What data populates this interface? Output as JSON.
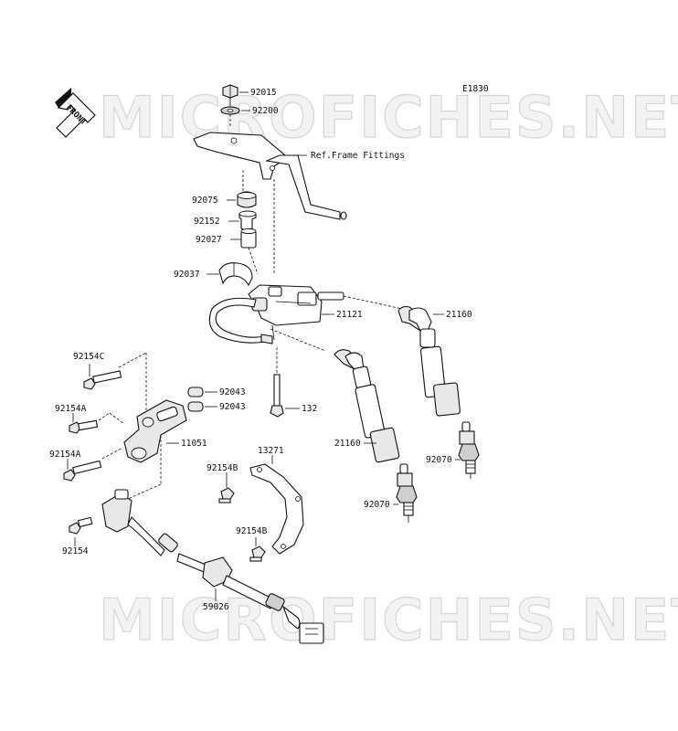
{
  "diagram_code": "E1830",
  "front_label": "FRONT",
  "watermark": "MICROFICHES.NET",
  "reference_note": "Ref.Frame Fittings",
  "parts": {
    "p92015": "92015",
    "p92200": "92200",
    "p92075": "92075",
    "p92152": "92152",
    "p92027": "92027",
    "p92037": "92037",
    "p21121": "21121",
    "p21160_right": "21160",
    "p21160_left": "21160",
    "p92154C": "92154C",
    "p92154A_1": "92154A",
    "p92154A_2": "92154A",
    "p92043_1": "92043",
    "p92043_2": "92043",
    "p11051": "11051",
    "p132": "132",
    "p13271": "13271",
    "p92154B_1": "92154B",
    "p92154B_2": "92154B",
    "p92070_right": "92070",
    "p92070_left": "92070",
    "p92154": "92154",
    "p59026": "59026"
  }
}
